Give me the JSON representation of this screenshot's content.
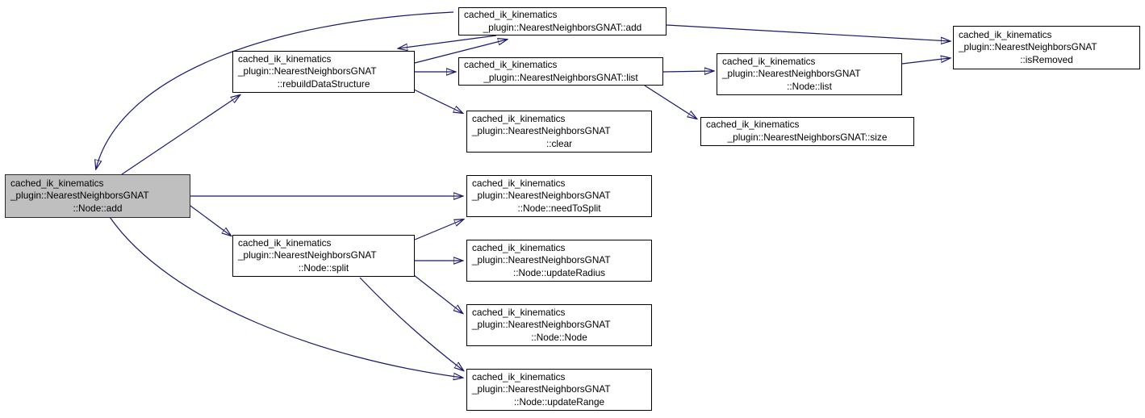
{
  "diagram": {
    "type": "doxygen-call-graph",
    "colors": {
      "background": "#ffffff",
      "edge": "#191970",
      "node_border": "#000000",
      "node_fill": "#ffffff",
      "highlight_fill": "#bfbfbf"
    },
    "nodes": {
      "node_add": {
        "highlighted": true,
        "lines": [
          "cached_ik_kinematics",
          "_plugin::NearestNeighborsGNAT",
          "::Node::add"
        ]
      },
      "gnat_add": {
        "highlighted": false,
        "lines": [
          "cached_ik_kinematics",
          "_plugin::NearestNeighborsGNAT::add"
        ]
      },
      "rebuild_data_structure": {
        "highlighted": false,
        "lines": [
          "cached_ik_kinematics",
          "_plugin::NearestNeighborsGNAT",
          "::rebuildDataStructure"
        ]
      },
      "gnat_list": {
        "highlighted": false,
        "lines": [
          "cached_ik_kinematics",
          "_plugin::NearestNeighborsGNAT::list"
        ]
      },
      "node_list": {
        "highlighted": false,
        "lines": [
          "cached_ik_kinematics",
          "_plugin::NearestNeighborsGNAT",
          "::Node::list"
        ]
      },
      "is_removed": {
        "highlighted": false,
        "lines": [
          "cached_ik_kinematics",
          "_plugin::NearestNeighborsGNAT",
          "::isRemoved"
        ]
      },
      "clear": {
        "highlighted": false,
        "lines": [
          "cached_ik_kinematics",
          "_plugin::NearestNeighborsGNAT",
          "::clear"
        ]
      },
      "size": {
        "highlighted": false,
        "lines": [
          "cached_ik_kinematics",
          "_plugin::NearestNeighborsGNAT::size"
        ]
      },
      "need_to_split": {
        "highlighted": false,
        "lines": [
          "cached_ik_kinematics",
          "_plugin::NearestNeighborsGNAT",
          "::Node::needToSplit"
        ]
      },
      "node_split": {
        "highlighted": false,
        "lines": [
          "cached_ik_kinematics",
          "_plugin::NearestNeighborsGNAT",
          "::Node::split"
        ]
      },
      "update_radius": {
        "highlighted": false,
        "lines": [
          "cached_ik_kinematics",
          "_plugin::NearestNeighborsGNAT",
          "::Node::updateRadius"
        ]
      },
      "node_node": {
        "highlighted": false,
        "lines": [
          "cached_ik_kinematics",
          "_plugin::NearestNeighborsGNAT",
          "::Node::Node"
        ]
      },
      "update_range": {
        "highlighted": false,
        "lines": [
          "cached_ik_kinematics",
          "_plugin::NearestNeighborsGNAT",
          "::Node::updateRange"
        ]
      }
    },
    "edges": [
      {
        "from": "gnat_add",
        "to": "node_add"
      },
      {
        "from": "node_add",
        "to": "rebuild_data_structure"
      },
      {
        "from": "gnat_add",
        "to": "rebuild_data_structure"
      },
      {
        "from": "rebuild_data_structure",
        "to": "gnat_add"
      },
      {
        "from": "rebuild_data_structure",
        "to": "gnat_list"
      },
      {
        "from": "rebuild_data_structure",
        "to": "clear"
      },
      {
        "from": "gnat_add",
        "to": "is_removed"
      },
      {
        "from": "gnat_list",
        "to": "node_list"
      },
      {
        "from": "gnat_list",
        "to": "size"
      },
      {
        "from": "node_list",
        "to": "is_removed"
      },
      {
        "from": "node_add",
        "to": "need_to_split"
      },
      {
        "from": "node_add",
        "to": "node_split"
      },
      {
        "from": "node_add",
        "to": "update_range"
      },
      {
        "from": "node_split",
        "to": "need_to_split"
      },
      {
        "from": "node_split",
        "to": "update_radius"
      },
      {
        "from": "node_split",
        "to": "node_node"
      },
      {
        "from": "node_split",
        "to": "update_range"
      }
    ]
  }
}
